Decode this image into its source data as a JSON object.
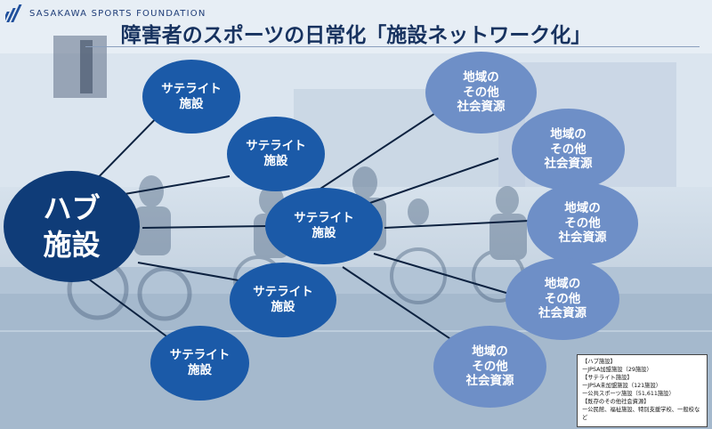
{
  "header": {
    "org_name": "SASAKAWA SPORTS FOUNDATION",
    "title": "障害者のスポーツの日常化「施設ネットワーク化」"
  },
  "nodes": {
    "hub": {
      "label": "ハブ\n施設"
    },
    "satellite_1": {
      "label": "サテライト\n施設"
    },
    "satellite_2": {
      "label": "サテライト\n施設"
    },
    "satellite_center": {
      "label": "サテライト\n施設"
    },
    "satellite_4": {
      "label": "サテライト\n施設"
    },
    "satellite_5": {
      "label": "サテライト\n施設"
    },
    "resource_1": {
      "label": "地域の\nその他\n社会資源"
    },
    "resource_2": {
      "label": "地域の\nその他\n社会資源"
    },
    "resource_3": {
      "label": "地域の\nその他\n社会資源"
    },
    "resource_4": {
      "label": "地域の\nその他\n社会資源"
    },
    "resource_5": {
      "label": "地域の\nその他\n社会資源"
    }
  },
  "legend": {
    "hub_heading": "【ハブ施設】",
    "hub_item": "ーJPSA加盟施設（29施設）",
    "satellite_heading": "【サテライト施設】",
    "satellite_item_1": "ーJPSA未加盟施設（121施設）",
    "satellite_item_2": "ー公共スポーツ施設（51,611施設）",
    "resource_heading": "【既存のその他社会資源】",
    "resource_item": "ー公民館、福祉施設、特別支援学校、一般校など"
  },
  "colors": {
    "hub": "#0f3c78",
    "satellite": "#1b5aa8",
    "resource": "#6e8fc7",
    "title": "#17325f",
    "connector": "#0d2240"
  }
}
